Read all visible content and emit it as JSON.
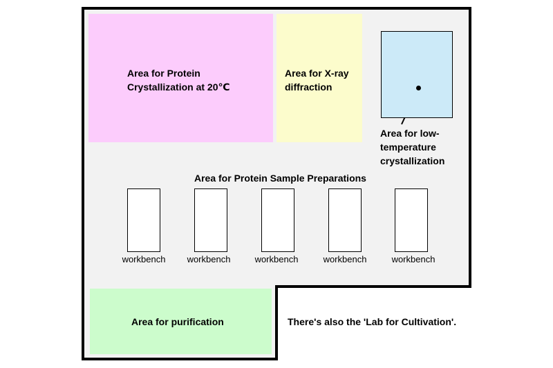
{
  "areas": {
    "crystallization_20c": "Area for Protein Crystallization at 20℃",
    "xray_diffraction": "Area for X-ray diffraction",
    "low_temperature": "Area for low-temperature crystallization",
    "sample_preparation": "Area for Protein Sample Preparations",
    "purification": "Area for purification"
  },
  "workbenches": [
    "workbench",
    "workbench",
    "workbench",
    "workbench",
    "workbench"
  ],
  "note": "There's also the 'Lab for Cultivation'.",
  "colors": {
    "crystallization_20c": "#fcccfc",
    "xray_diffraction": "#fcfccc",
    "low_temperature": "#cceaf8",
    "purification": "#ccfccc",
    "floor": "#f2f2f2"
  }
}
